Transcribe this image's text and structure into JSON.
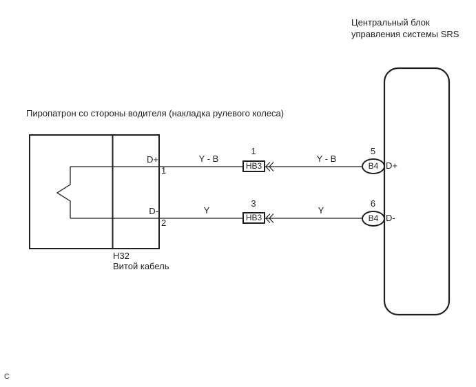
{
  "header": {
    "srs_unit_title": "Центральный блок\nуправления системы SRS"
  },
  "squib": {
    "label": "Пиропатрон со стороны водителя (накладка рулевого колеса)",
    "connector_code": "H32",
    "connector_name": "Витой кабель"
  },
  "rows": [
    {
      "terminal": "D+",
      "squib_pin": "1",
      "wire_color_1": "Y - B",
      "inline_connector": {
        "pin": "1",
        "code": "HB3"
      },
      "wire_color_2": "Y - B",
      "srs_connector": {
        "pin": "5",
        "code": "B4",
        "terminal": "D+"
      }
    },
    {
      "terminal": "D-",
      "squib_pin": "2",
      "wire_color_1": "Y",
      "inline_connector": {
        "pin": "3",
        "code": "HB3"
      },
      "wire_color_2": "Y",
      "srs_connector": {
        "pin": "6",
        "code": "B4",
        "terminal": "D-"
      }
    }
  ],
  "footer": {
    "marker": "C"
  },
  "colors": {
    "line": "#1f1f1f",
    "background": "#ffffff"
  }
}
